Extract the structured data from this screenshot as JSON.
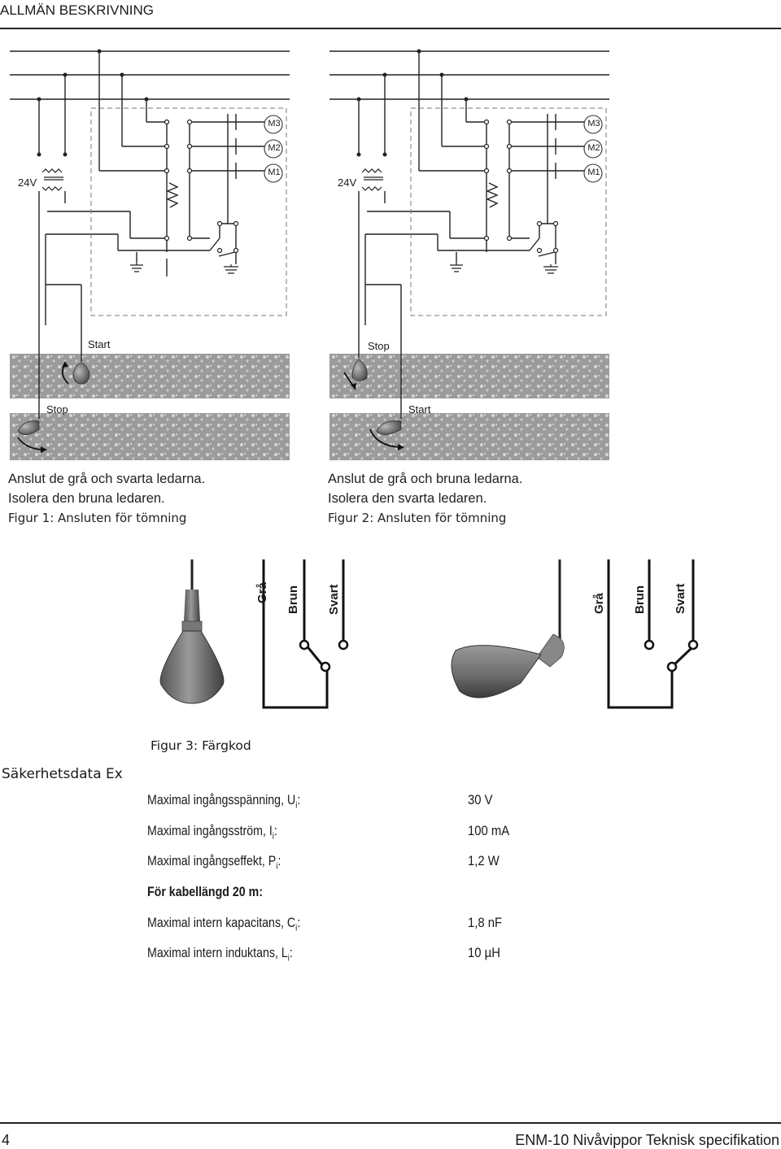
{
  "header": {
    "title": "ALLMÄN BESKRIVNING"
  },
  "diagram_labels": {
    "voltage": "24V",
    "motors": [
      "M3",
      "M2",
      "M1"
    ],
    "start": "Start",
    "stop": "Stop",
    "colors": [
      "Grå",
      "Brun",
      "Svart"
    ]
  },
  "figure1": {
    "line1": "Anslut de grå och svarta ledarna.",
    "line2": "Isolera den bruna ledaren.",
    "caption": "Figur 1: Ansluten för tömning"
  },
  "figure2": {
    "line1": "Anslut de grå och bruna ledarna.",
    "line2": "Isolera den svarta ledaren.",
    "caption": "Figur 2: Ansluten för tömning"
  },
  "figure3": {
    "caption": "Figur 3: Färgkod"
  },
  "safety": {
    "title": "Säkerhetsdata Ex",
    "rows": [
      {
        "label": "Maximal ingångsspänning, U",
        "sub": "i",
        "suffix": ":",
        "value": "30 V"
      },
      {
        "label": "Maximal ingångsström, I",
        "sub": "i",
        "suffix": ":",
        "value": "100 mA"
      },
      {
        "label": "Maximal ingångseffekt, P",
        "sub": "i",
        "suffix": ":",
        "value": "1,2 W"
      },
      {
        "label": "Maximal intern kapacitans, C",
        "sub": "i",
        "suffix": ":",
        "value": "1,8 nF"
      },
      {
        "label": "Maximal intern induktans, L",
        "sub": "i",
        "suffix": ":",
        "value": "10 µH"
      }
    ],
    "cable_heading": "För kabellängd 20 m:"
  },
  "footer": {
    "page": "4",
    "doc": "ENM-10 Nivåvippor Teknisk specifikation"
  }
}
